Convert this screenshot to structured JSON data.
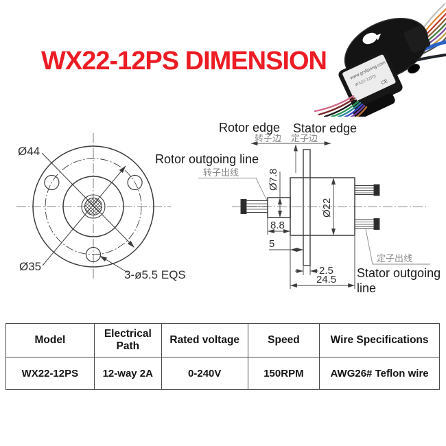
{
  "title": "WX22-12PS DIMENSION",
  "colors": {
    "accent_red": "#ed1c24",
    "drawing_line": "#3c3c3c",
    "gray_label": "#868686"
  },
  "photo": {
    "label_lines": [
      "www.grslipring.com",
      "WX22-12PS",
      "CE"
    ],
    "wire_colors_top": [
      "#bdbdbd",
      "#e0812a",
      "#c23b2a",
      "#8a5a30",
      "#3f7a3a",
      "#7a4a96",
      "#c49a3a",
      "#555555"
    ],
    "wire_colors_bottom": [
      "#d46a8a",
      "#7a2a2a",
      "#1a1a1a",
      "#2f9a5a",
      "#2a8a9a",
      "#3a4ac9",
      "#7a44aa",
      "#b9713a"
    ],
    "thick_wire_color": "#2a63c9"
  },
  "front_view": {
    "outer_dia": "Ø44",
    "bolt_circle_dia": "Ø35",
    "holes_note": "3-ø5.5 EQS"
  },
  "side_view": {
    "rotor_edge_en": "Rotor edge",
    "stator_edge_en": "Stator edge",
    "rotor_edge_cn": "转子边",
    "stator_edge_cn": "定子边",
    "rotor_outgoing_en": "Rotor outgoing line",
    "rotor_outgoing_cn": "转子出线",
    "stator_outgoing_cn": "定子出线",
    "stator_outgoing_en_line1": "Stator outgoing",
    "stator_outgoing_en_line2": "line",
    "boss_dia": "Ø7.8",
    "boss_length": "8.8",
    "flange_offset": "5",
    "body_dia": "Ø22",
    "flange_thickness": "2.5",
    "total_length": "24.5"
  },
  "table": {
    "headers": [
      "Model",
      "Electrical Path",
      "Rated voltage",
      "Speed",
      "Wire Specifications"
    ],
    "rows": [
      [
        "WX22-12PS",
        "12-way 2A",
        "0-240V",
        "150RPM",
        "AWG26# Teflon wire"
      ]
    ]
  }
}
